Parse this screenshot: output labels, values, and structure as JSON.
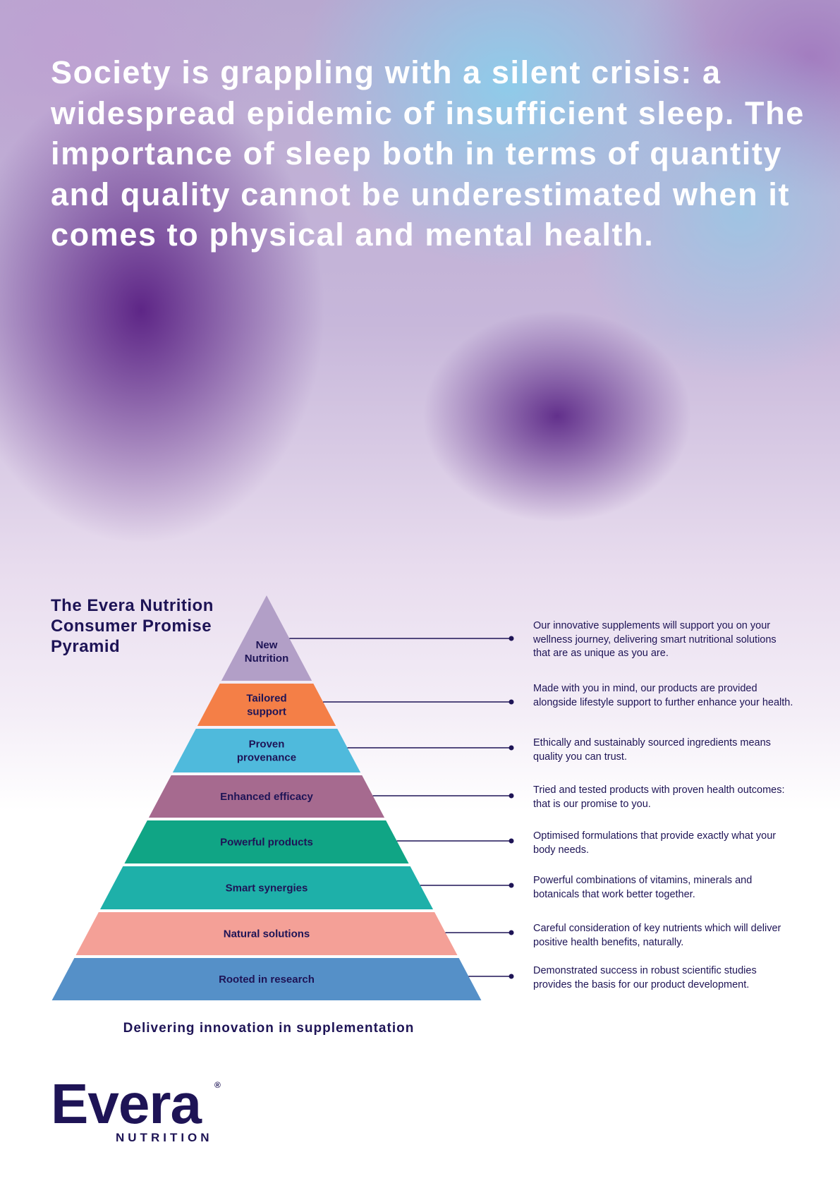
{
  "headline": "Society is grappling with a silent crisis: a widespread epidemic of insufficient sleep. The importance of sleep both in terms of quantity and quality cannot be underestimated when it comes to physical and mental health.",
  "pyramid": {
    "title_lines": [
      "The Evera Nutrition",
      "Consumer Promise",
      "Pyramid"
    ],
    "caption": "Delivering innovation in supplementation",
    "levels": [
      {
        "label": [
          "New",
          "Nutrition"
        ],
        "color": "#b29fc7",
        "description": "Our innovative supplements will support you on your wellness journey, delivering smart nutritional solutions that are as unique as you are."
      },
      {
        "label": [
          "Tailored",
          "support"
        ],
        "color": "#f47f47",
        "description": "Made with you in mind, our products are provided alongside lifestyle support to further enhance your health."
      },
      {
        "label": [
          "Proven",
          "provenance"
        ],
        "color": "#4fbadc",
        "description": "Ethically and sustainably sourced ingredients means quality you can trust."
      },
      {
        "label": [
          "Enhanced efficacy"
        ],
        "color": "#a66a8f",
        "description": "Tried and tested products with proven health outcomes: that is our promise to you."
      },
      {
        "label": [
          "Powerful products"
        ],
        "color": "#10a585",
        "description": "Optimised formulations that provide exactly what your body needs."
      },
      {
        "label": [
          "Smart synergies"
        ],
        "color": "#1eb0a9",
        "description": "Powerful combinations of vitamins, minerals and botanicals that work better together."
      },
      {
        "label": [
          "Natural solutions"
        ],
        "color": "#f4a097",
        "description": "Careful consideration of key nutrients which will deliver positive health benefits, naturally."
      },
      {
        "label": [
          "Rooted in research"
        ],
        "color": "#5590c8",
        "description": "Demonstrated success in robust scientific studies provides the basis for our product development."
      }
    ]
  },
  "logo": {
    "word": "Evera",
    "registered": "®",
    "subtitle": "NUTRITION"
  },
  "colors": {
    "text": "#1e1456"
  }
}
